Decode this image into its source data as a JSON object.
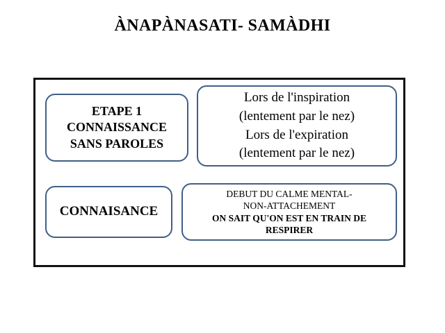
{
  "slide": {
    "title": "ÀNAPÀNASATI- SAMÀDHI",
    "frame_border_color": "#111111",
    "box_border_color": "#3f5f86",
    "background_color": "#ffffff",
    "text_color": "#000000"
  },
  "boxes": {
    "etape": {
      "name": "ETAPE 1 CONNAISSANCE SANS PAROLES",
      "lines": [
        "ETAPE 1",
        "CONNAISSANCE",
        "SANS PAROLES"
      ]
    },
    "inspiration": {
      "name": "Lors de l'inspiration / expiration",
      "lines": [
        "Lors de l'inspiration",
        "(lentement par le nez)",
        "Lors de l'expiration",
        "(lentement par le nez)"
      ]
    },
    "connaisance": {
      "name": "CONNAISANCE",
      "lines": [
        "CONNAISANCE"
      ]
    },
    "calme": {
      "name": "DEBUT DU CALME MENTAL",
      "lines": [
        {
          "text": "DEBUT DU CALME MENTAL-",
          "weight": "regular"
        },
        {
          "text": "NON-ATTACHEMENT",
          "weight": "regular"
        },
        {
          "text": "ON SAIT QU'ON EST EN TRAIN DE",
          "weight": "bold"
        },
        {
          "text": "RESPIRER",
          "weight": "bold"
        }
      ]
    }
  }
}
